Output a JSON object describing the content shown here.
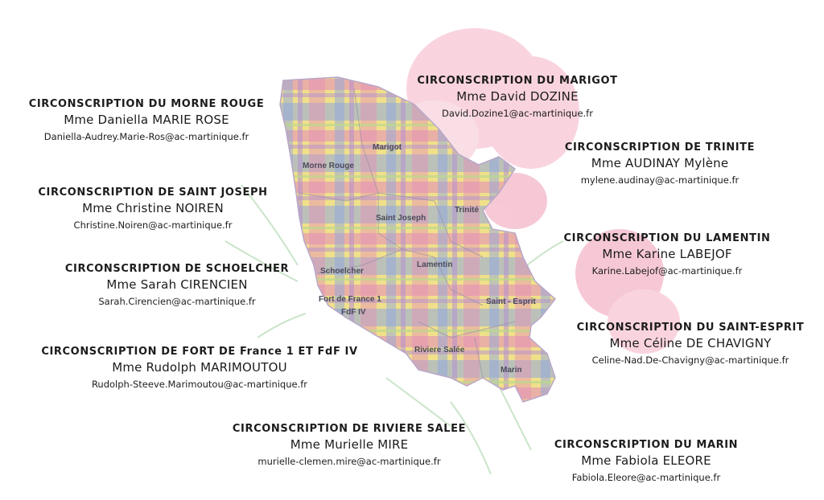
{
  "circonscriptions": {
    "morne_rouge": {
      "title": "CIRCONSCRIPTION DU MORNE ROUGE",
      "name": "Mme Daniella MARIE ROSE",
      "email": "Daniella-Audrey.Marie-Ros@ac-martinique.fr"
    },
    "marigot": {
      "title": "CIRCONSCRIPTION DU MARIGOT",
      "name": "Mme David DOZINE",
      "email": "David.Dozine1@ac-martinique.fr"
    },
    "trinite": {
      "title": "CIRCONSCRIPTION DE TRINITE",
      "name": "Mme AUDINAY Mylène",
      "email": "mylene.audinay@ac-martinique.fr"
    },
    "saint_joseph": {
      "title": "CIRCONSCRIPTION DE SAINT JOSEPH",
      "name": "Mme Christine NOIREN",
      "email": "Christine.Noiren@ac-martinique.fr"
    },
    "lamentin": {
      "title": "CIRCONSCRIPTION DU LAMENTIN",
      "name": "Mme Karine LABEJOF",
      "email": "Karine.Labejof@ac-martinique.fr"
    },
    "schoelcher": {
      "title": "CIRCONSCRIPTION DE SCHOELCHER",
      "name": "Mme Sarah CIRENCIEN",
      "email": "Sarah.Cirencien@ac-martinique.fr"
    },
    "saint_esprit": {
      "title": "CIRCONSCRIPTION DU SAINT-ESPRIT",
      "name": "Mme Céline DE CHAVIGNY",
      "email": "Celine-Nad.De-Chavigny@ac-martinique.fr"
    },
    "fort_de_france": {
      "title": "CIRCONSCRIPTION DE FORT DE France 1 ET FdF IV",
      "name": "Mme Rudolph MARIMOUTOU",
      "email": "Rudolph-Steeve.Marimoutou@ac-martinique.fr"
    },
    "riviere_salee": {
      "title": "CIRCONSCRIPTION DE RIVIERE SALEE",
      "name": "Mme Murielle MIRE",
      "email": "murielle-clemen.mire@ac-martinique.fr"
    },
    "marin": {
      "title": "CIRCONSCRIPTION DU MARIN",
      "name": "Mme  Fabiola ELEORE",
      "email": "Fabiola.Eleore@ac-martinique.fr"
    }
  },
  "map_labels": {
    "marigot": "Marigot",
    "morne_rouge": "Morne Rouge",
    "saint_joseph": "Saint Joseph",
    "trinite": "Trinité",
    "schoelcher": "Schoelcher",
    "lamentin": "Lamentin",
    "fort_de_france_1": "Fort de France 1",
    "fdf_iv": "FdF IV",
    "saint_esprit": "Saint - Esprit",
    "riviere_salee": "Riviere Salée",
    "marin": "Marin"
  },
  "colors": {
    "madras_pink": "#e58fb8",
    "madras_blue": "#8fa8e0",
    "madras_yellow": "#f0e08a",
    "madras_purple": "#b48fd0",
    "madras_green": "#b9d98c",
    "hibiscus": "#f7c6d4",
    "palm": "#cfe8cf"
  }
}
